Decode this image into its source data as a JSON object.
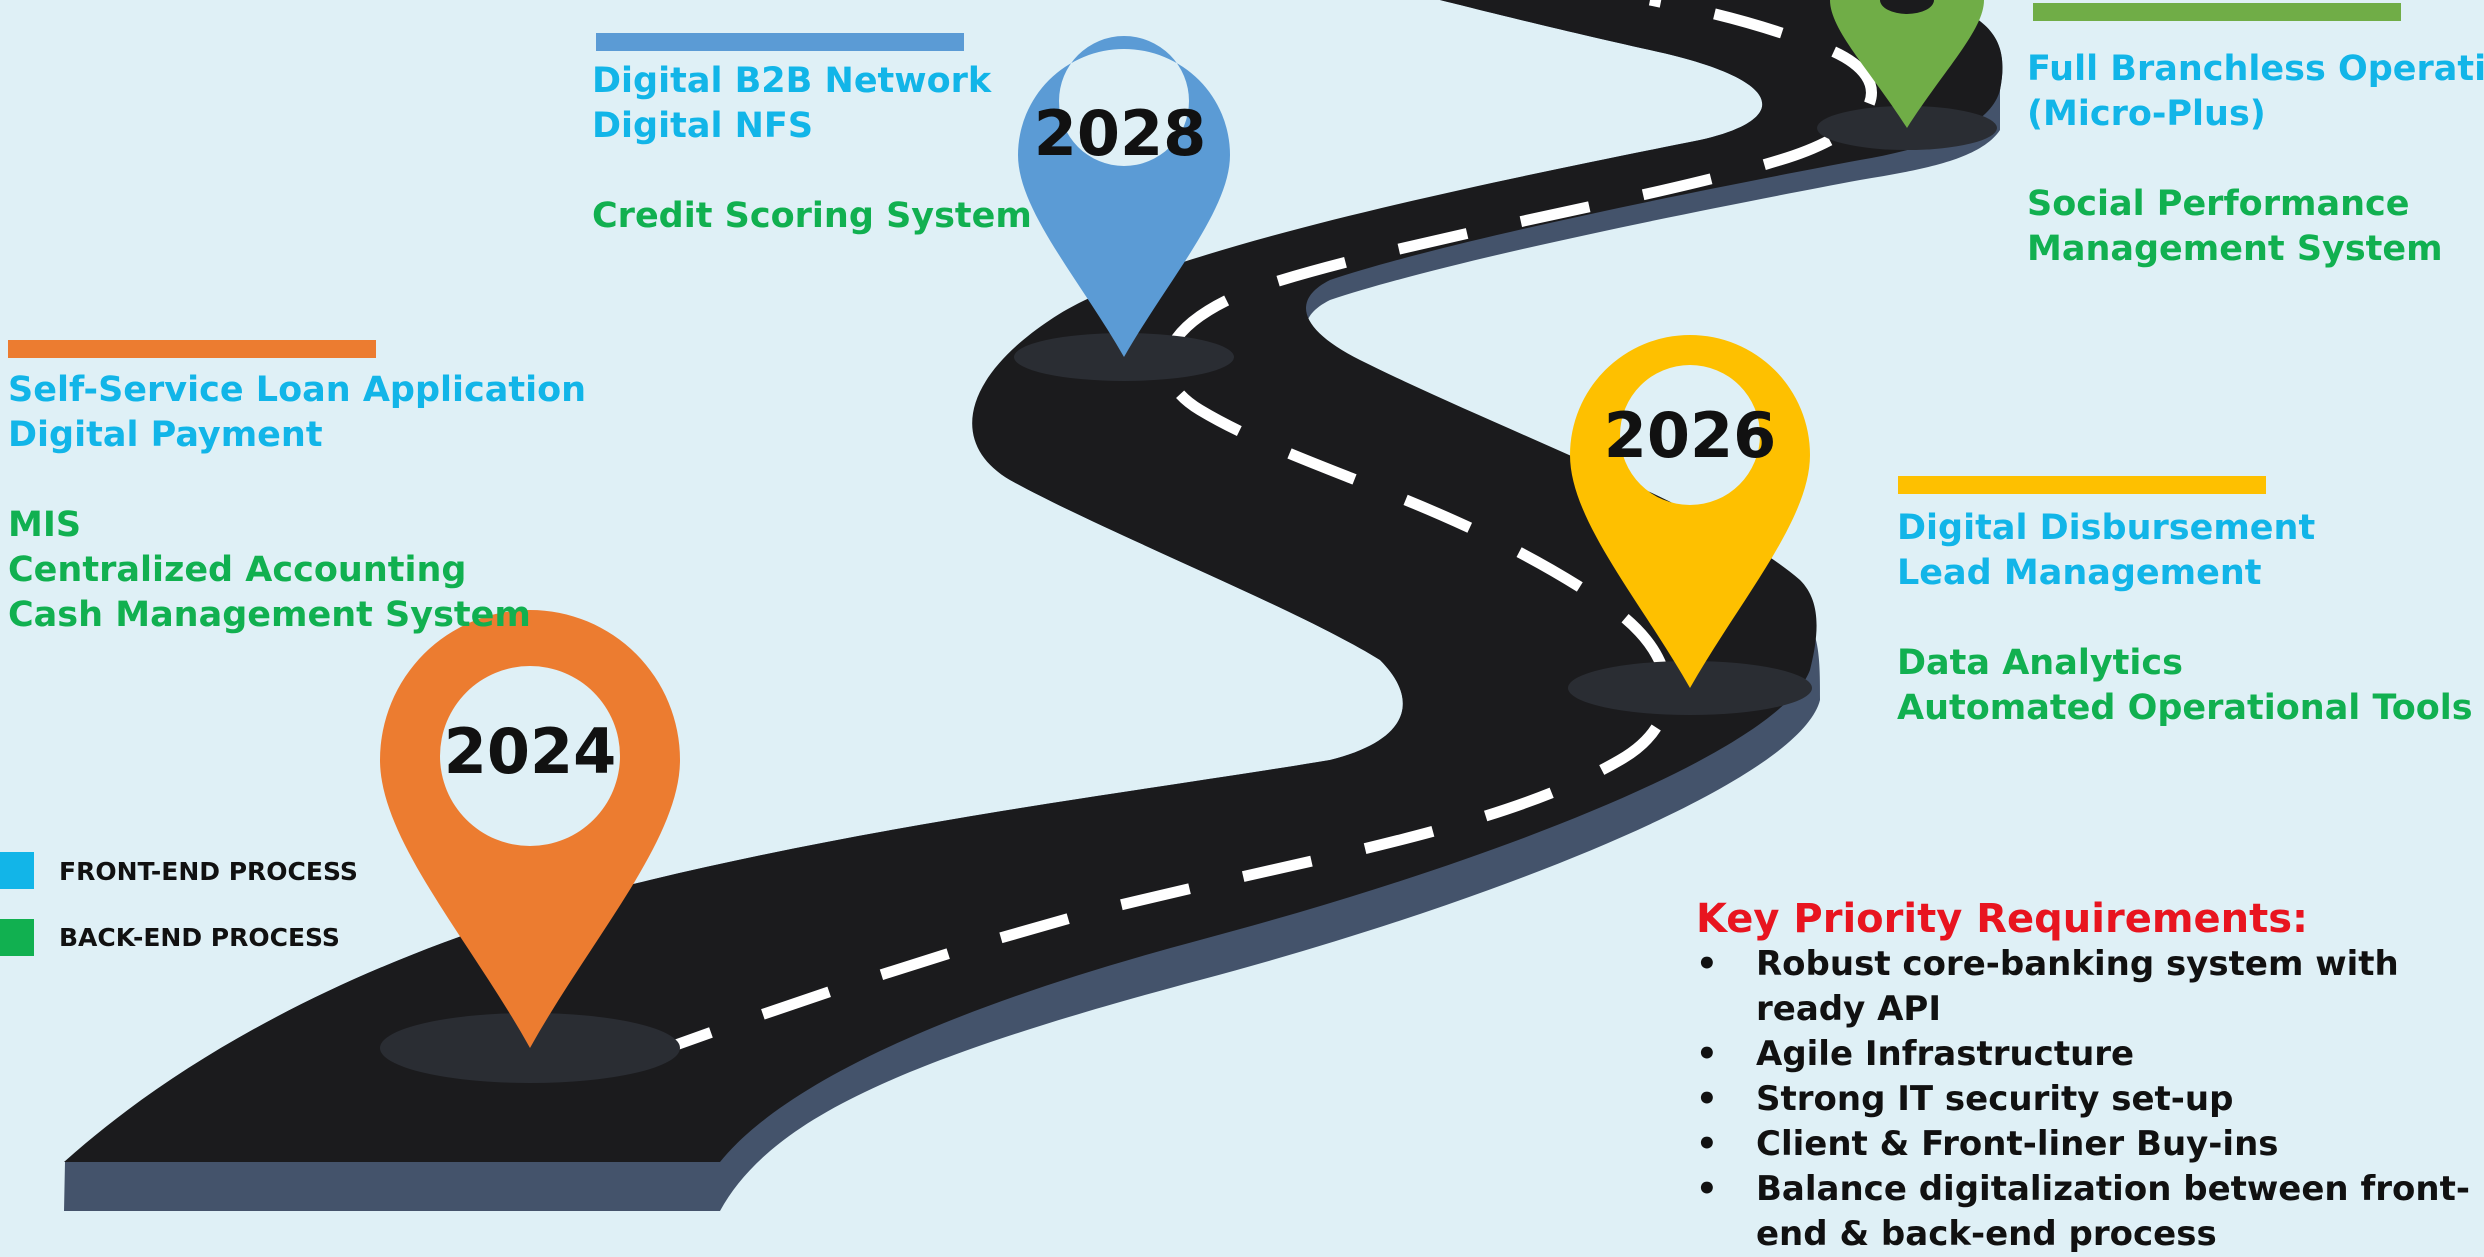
{
  "colors": {
    "background": "#dff0f6",
    "road": "#1b1b1d",
    "road_edge": "#44536b",
    "front_end": "#12b5e8",
    "back_end": "#11b050",
    "pin_2024": "#ec7c30",
    "pin_2026": "#fec000",
    "pin_2028": "#5b9bd5",
    "pin_2030": "#70ad47",
    "kpr_title": "#e8141f"
  },
  "milestones": {
    "m2024": {
      "year": "2024",
      "front": [
        "Self-Service Loan Application",
        "Digital Payment"
      ],
      "back": [
        "MIS",
        "Centralized Accounting",
        "Cash Management System"
      ]
    },
    "m2026": {
      "year": "2026",
      "front": [
        "Digital Disbursement",
        "Lead Management"
      ],
      "back": [
        "Data Analytics",
        "Automated Operational Tools"
      ]
    },
    "m2028": {
      "year": "2028",
      "front": [
        "Digital B2B Network",
        "Digital NFS"
      ],
      "back": [
        "Credit Scoring System"
      ]
    },
    "m2030": {
      "front": [
        "Full Branchless Operations",
        "(Micro-Plus)"
      ],
      "back": [
        "Social Performance",
        "Management System"
      ]
    }
  },
  "legend": {
    "front_label": "FRONT-END PROCESS",
    "back_label": "BACK-END PROCESS"
  },
  "key_priority": {
    "title": "Key Priority Requirements:",
    "bullet": "•",
    "items": [
      "Robust core-banking system with ready API",
      "Agile Infrastructure",
      "Strong IT security set-up",
      "Client & Front-liner Buy-ins",
      "Balance digitalization between front-end & back-end process"
    ]
  }
}
